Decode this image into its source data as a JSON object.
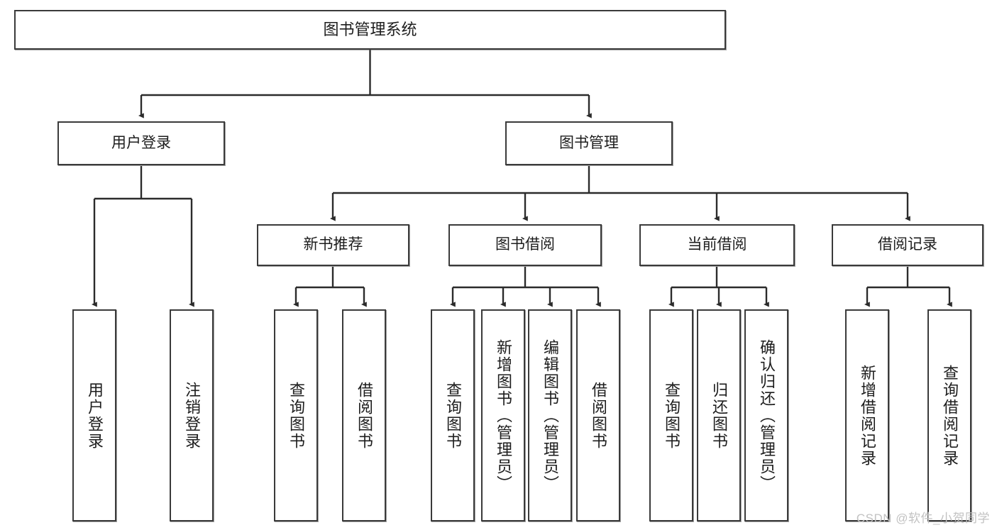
{
  "diagram": {
    "type": "hierarchy-tree",
    "title": "图书管理系统",
    "watermark": "CSDN @软件_小贺同学",
    "colors": {
      "box_border": "#3a3a3a",
      "box_fill": "#ffffff",
      "connector": "#2b2b2b",
      "text": "#1d1d1d",
      "watermark": "#c2c2c2"
    },
    "nodes": {
      "root": {
        "label": "图书管理系统"
      },
      "level1": [
        {
          "label": "用户登录"
        },
        {
          "label": "图书管理"
        }
      ],
      "level2": [
        {
          "label": "新书推荐"
        },
        {
          "label": "图书借阅"
        },
        {
          "label": "当前借阅"
        },
        {
          "label": "借阅记录"
        }
      ],
      "leaves_user_login": [
        {
          "label": "用户登录"
        },
        {
          "label": "注销登录"
        }
      ],
      "leaves_new_book": [
        {
          "label": "查询图书"
        },
        {
          "label": "借阅图书"
        }
      ],
      "leaves_borrow": [
        {
          "label": "查询图书"
        },
        {
          "label": "新增图书（管理员）"
        },
        {
          "label": "编辑图书（管理员）"
        },
        {
          "label": "借阅图书"
        }
      ],
      "leaves_current": [
        {
          "label": "查询图书"
        },
        {
          "label": "归还图书"
        },
        {
          "label": "确认归还（管理员）"
        }
      ],
      "leaves_records": [
        {
          "label": "新增借阅记录"
        },
        {
          "label": "查询借阅记录"
        }
      ]
    }
  }
}
